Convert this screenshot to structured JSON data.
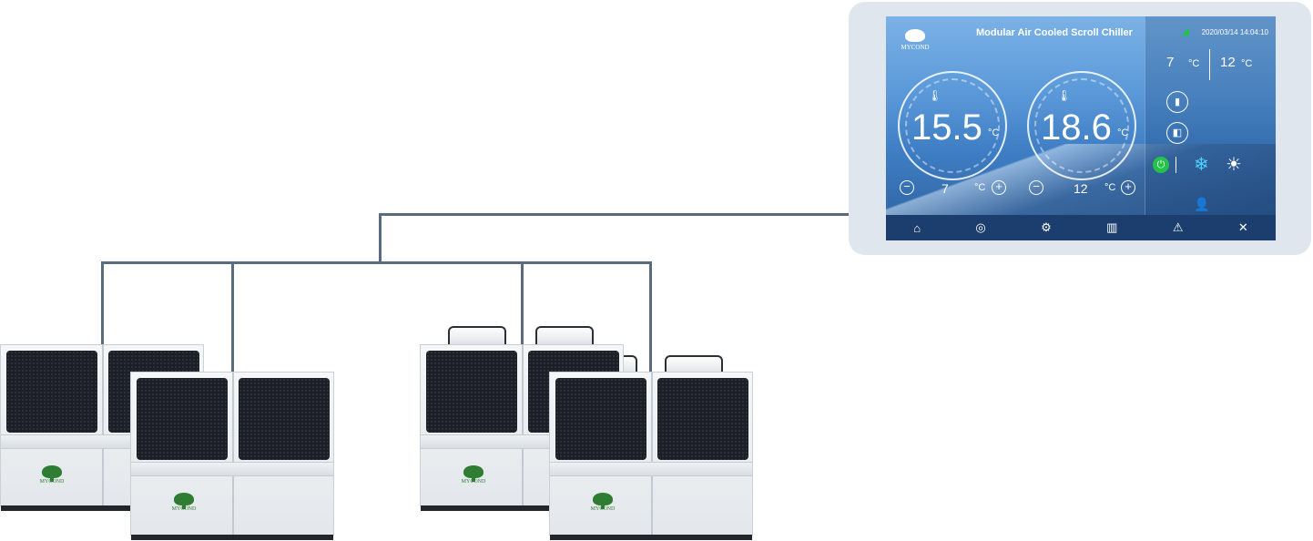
{
  "screen": {
    "brand": "MYCOND",
    "title": "Modular Air Cooled Scroll Chiller",
    "datetime": "2020/03/14 14:04:10",
    "gauges": [
      {
        "value": "15.5",
        "unit": "°C",
        "setpoint": "7",
        "setpoint_unit": "°C",
        "minus": "−",
        "plus": "+"
      },
      {
        "value": "18.6",
        "unit": "°C",
        "setpoint": "12",
        "setpoint_unit": "°C",
        "minus": "−",
        "plus": "+"
      }
    ],
    "side": {
      "left_temp": "7",
      "left_unit": "°C",
      "right_temp": "12",
      "right_unit": "°C"
    },
    "nav": [
      "home-icon",
      "monitor-icon",
      "operator-icon",
      "statistics-icon",
      "alarm-icon",
      "tools-icon"
    ]
  },
  "units": {
    "logo_text": "MYCOND"
  },
  "colors": {
    "wire": "#5a6b7c",
    "accent_green": "#2e7d32",
    "power_green": "#25c24a"
  }
}
